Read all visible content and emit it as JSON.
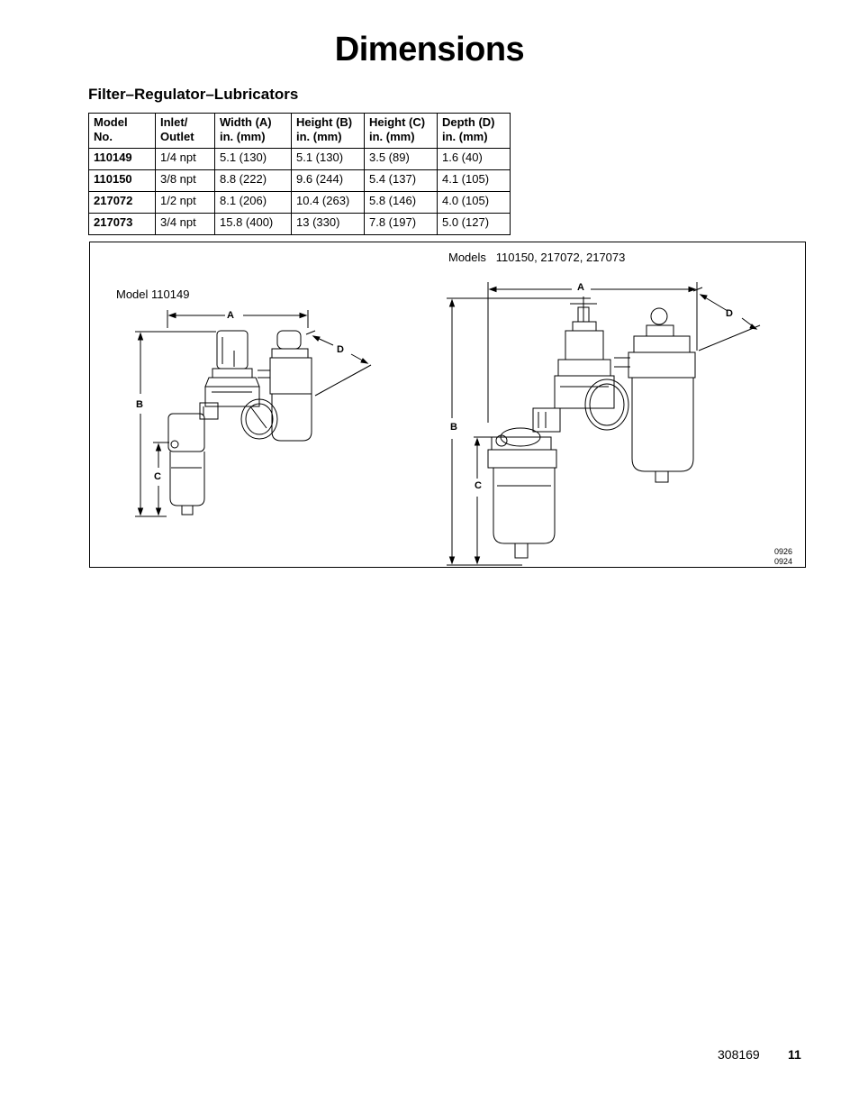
{
  "page": {
    "title": "Dimensions",
    "subtitle": "Filter–Regulator–Lubricators"
  },
  "table": {
    "headers": [
      [
        "Model",
        "No."
      ],
      [
        "Inlet/",
        "Outlet"
      ],
      [
        "Width (A)",
        "in. (mm)"
      ],
      [
        "Height (B)",
        "in. (mm)"
      ],
      [
        "Height (C)",
        "in. (mm)"
      ],
      [
        "Depth (D)",
        "in. (mm)"
      ]
    ],
    "rows": [
      [
        "110149",
        "1/4 npt",
        "5.1 (130)",
        "5.1 (130)",
        "3.5 (89)",
        "1.6 (40)"
      ],
      [
        "110150",
        "3/8 npt",
        "8.8 (222)",
        "9.6 (244)",
        "5.4 (137)",
        "4.1 (105)"
      ],
      [
        "217072",
        "1/2 npt",
        "8.1 (206)",
        "10.4 (263)",
        "5.8 (146)",
        "4.0 (105)"
      ],
      [
        "217073",
        "3/4 npt",
        "15.8 (400)",
        "13 (330)",
        "7.8 (197)",
        "5.0 (127)"
      ]
    ]
  },
  "figure": {
    "left_label": "Model 110149",
    "right_label": "Models   110150, 217072, 217073",
    "dimension_letters": {
      "a": "A",
      "b": "B",
      "c": "C",
      "d": "D"
    },
    "ref_codes": [
      "0926",
      "0924"
    ]
  },
  "footer": {
    "doc_number": "308169",
    "page_number": "11"
  }
}
